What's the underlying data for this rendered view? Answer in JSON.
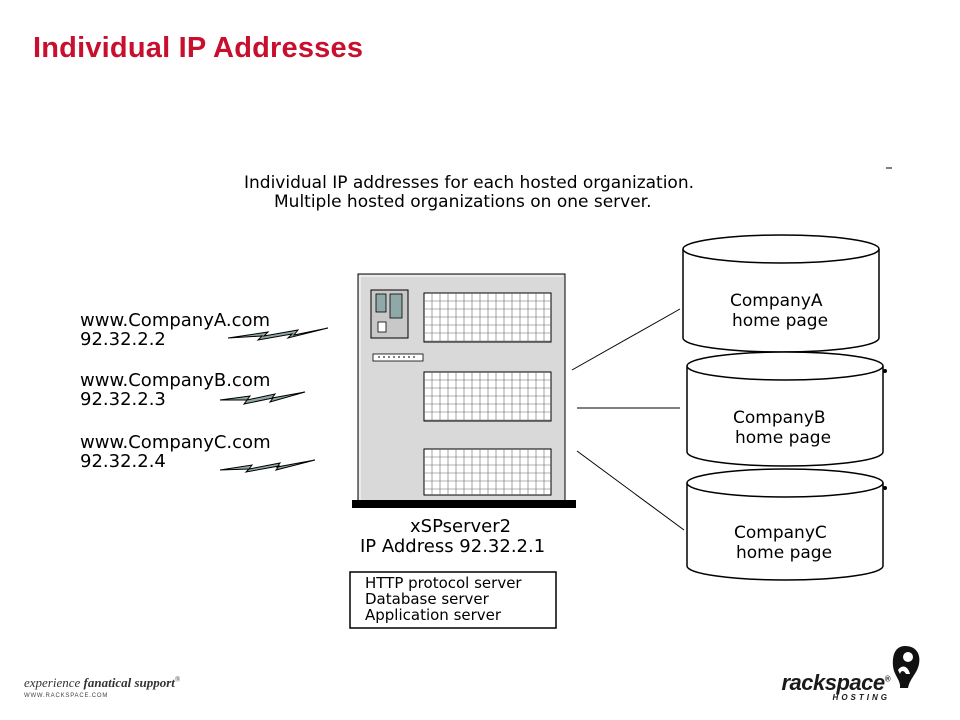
{
  "slide": {
    "title": "Individual IP Addresses"
  },
  "diagram": {
    "caption_line1": "Individual IP addresses for each hosted organization.",
    "caption_line2": "Multiple hosted organizations on one server.",
    "clients": [
      {
        "domain": "www.CompanyA.com",
        "ip": "92.32.2.2"
      },
      {
        "domain": "www.CompanyB.com",
        "ip": "92.32.2.3"
      },
      {
        "domain": "www.CompanyC.com",
        "ip": "92.32.2.4"
      }
    ],
    "server": {
      "name": "xSPserver2",
      "ip_label": "IP Address 92.32.2.1",
      "roles": [
        "HTTP protocol server",
        "Database server",
        "Application server"
      ]
    },
    "sites": [
      {
        "company": "CompanyA",
        "label": "home page"
      },
      {
        "company": "CompanyB",
        "label": "home page"
      },
      {
        "company": "CompanyC",
        "label": "home page"
      }
    ]
  },
  "footer": {
    "tagline_prefix": "experience",
    "tagline_emphasis": "fanatical support",
    "tagline_mark": "®",
    "url": "WWW.RACKSPACE.COM",
    "brand_name": "rackspace",
    "brand_mark": "®",
    "brand_sub": "HOSTING"
  },
  "icons": {
    "lightning": "lightning-bolt-icon",
    "server": "server-tower-icon",
    "database": "database-cylinder-icon",
    "logo": "rackspace-logo-icon"
  },
  "colors": {
    "title": "#c8102e",
    "ink": "#000000"
  }
}
